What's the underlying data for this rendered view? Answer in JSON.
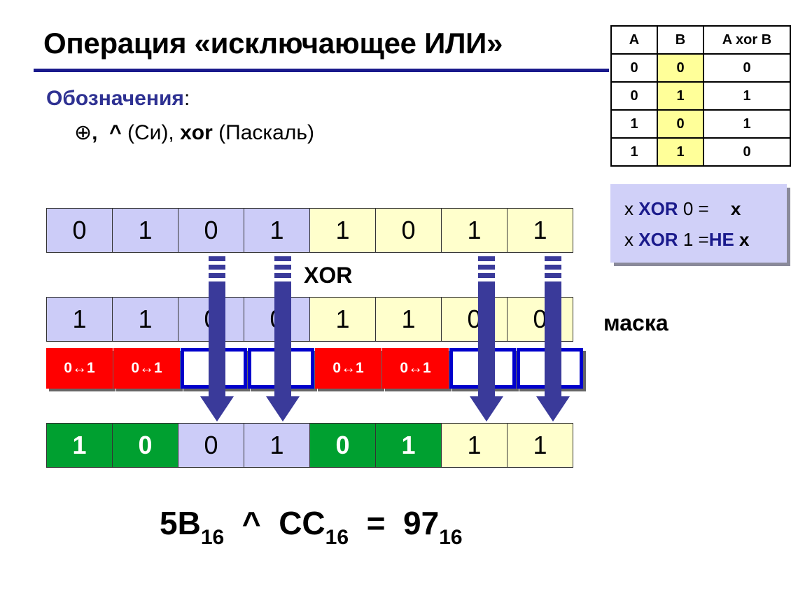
{
  "title": "Операция «исключающее ИЛИ»",
  "subtitle": {
    "word": "Обозначения",
    "colon": ":"
  },
  "notation": {
    "symbol": "⊕",
    "comma1": ",",
    "c_op": "^",
    "c_lang": "(Си),",
    "pascal_op": "xor",
    "pascal_lang": "(Паскаль)"
  },
  "truth_table": {
    "headers": [
      "A",
      "B",
      "A xor B"
    ],
    "rows": [
      [
        "0",
        "0",
        "0"
      ],
      [
        "0",
        "1",
        "1"
      ],
      [
        "1",
        "0",
        "1"
      ],
      [
        "1",
        "1",
        "0"
      ]
    ]
  },
  "rules": {
    "line1": {
      "x": "x",
      "op": "XOR",
      "rest": "0 =",
      "result": "x"
    },
    "line2": {
      "x": "x",
      "op": "XOR",
      "rest": "1 =",
      "result_ne": "НЕ",
      "result": "x"
    }
  },
  "operand": [
    "0",
    "1",
    "0",
    "1",
    "1",
    "0",
    "1",
    "1"
  ],
  "mask": [
    "1",
    "1",
    "0",
    "0",
    "1",
    "1",
    "0",
    "0"
  ],
  "flip_label": "0↔1",
  "result": [
    "1",
    "0",
    "0",
    "1",
    "0",
    "1",
    "1",
    "1"
  ],
  "xor_label": "XOR",
  "mask_label": "маска",
  "formula": {
    "a": "5B",
    "a_base": "16",
    "op": "^",
    "b": "CC",
    "b_base": "16",
    "eq": "=",
    "c": "97",
    "c_base": "16"
  },
  "colors": {
    "lavender": "#ccccf8",
    "yellow": "#ffffcc",
    "green": "#00a030",
    "red": "#ff0000",
    "arrow_blue": "#3a3a9a",
    "title_rule": "#1a1a8c"
  }
}
